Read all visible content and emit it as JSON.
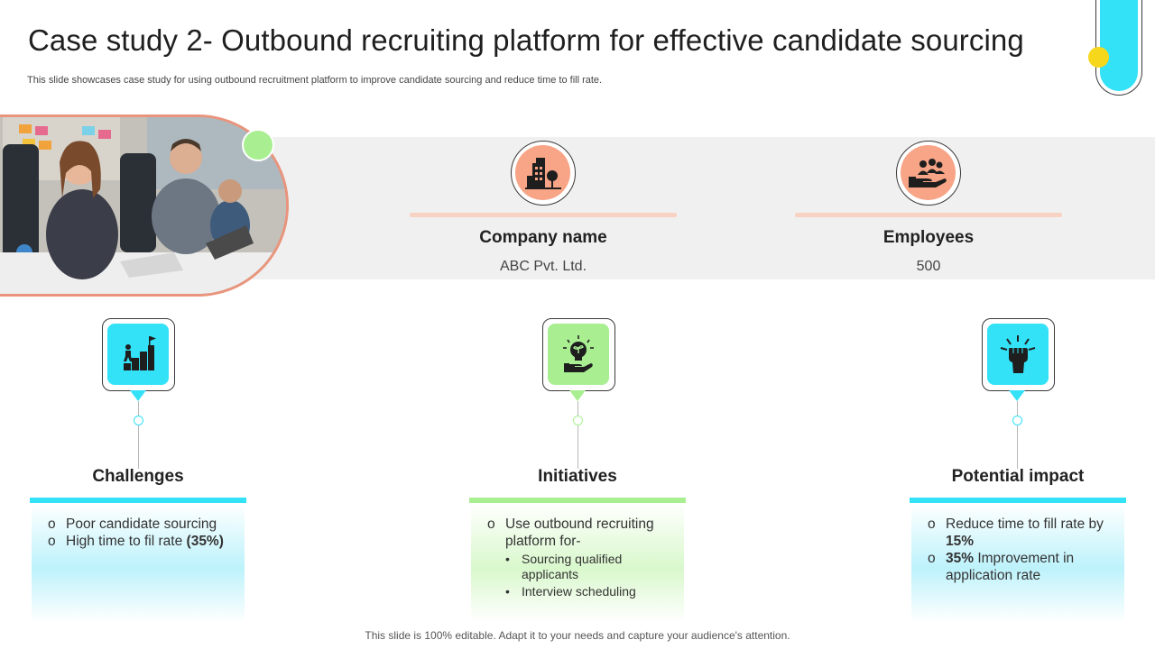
{
  "header": {
    "title": "Case study 2-  Outbound recruiting platform for effective candidate sourcing",
    "subtitle": "This slide showcases case study for using outbound recruitment platform to improve candidate sourcing and reduce time to fill rate."
  },
  "info": {
    "company": {
      "label": "Company name",
      "value": "ABC Pvt. Ltd.",
      "icon": "building-icon"
    },
    "employees": {
      "label": "Employees",
      "value": "500",
      "icon": "hand-people-icon"
    }
  },
  "columns": {
    "challenges": {
      "label": "Challenges",
      "icon": "stairs-flag-icon",
      "items": [
        {
          "text": "Poor candidate sourcing",
          "bold": ""
        },
        {
          "text": "High time to fil rate ",
          "bold": "(35%)"
        }
      ]
    },
    "initiatives": {
      "label": "Initiatives",
      "icon": "bulb-hand-icon",
      "item": "Use outbound recruiting platform for-",
      "subitems": [
        "Sourcing qualified applicants",
        "Interview scheduling"
      ]
    },
    "impact": {
      "label": "Potential impact",
      "icon": "fist-burst-icon",
      "item1_text": "Reduce time to fill rate by ",
      "item1_bold": "15%",
      "item2_bold": "35%",
      "item2_text": " Improvement  in application rate"
    }
  },
  "markers": {
    "circle": "o",
    "bullet": "•"
  },
  "footer": "This slide is 100% editable. Adapt it to your needs and capture your audience's attention.",
  "colors": {
    "cyan": "#33e2f7",
    "green": "#a9ef92",
    "peach": "#f7a487",
    "yellow": "#f7d71b",
    "band": "#f0f0f0"
  }
}
